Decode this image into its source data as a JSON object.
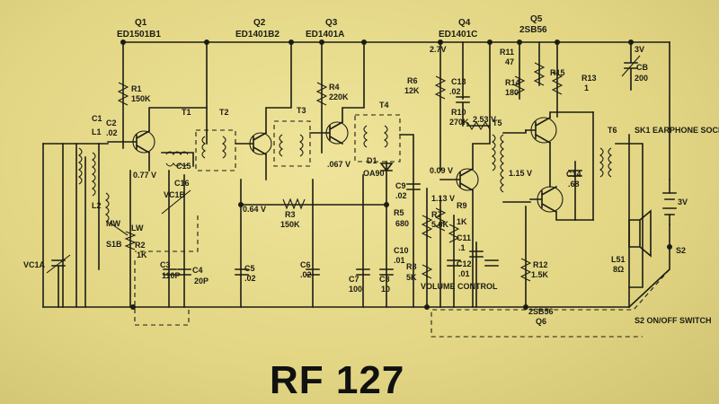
{
  "title": "RF 127",
  "transistors": [
    {
      "ref": "Q1",
      "part": "ED1501B1"
    },
    {
      "ref": "Q2",
      "part": "ED1401B2"
    },
    {
      "ref": "Q3",
      "part": "ED1401A"
    },
    {
      "ref": "Q4",
      "part": "ED1401C"
    },
    {
      "ref": "Q5",
      "part": "2SB56"
    },
    {
      "ref": "Q6",
      "part": "2SB56"
    }
  ],
  "resistors": [
    {
      "ref": "R1",
      "value": "150K"
    },
    {
      "ref": "R2",
      "value": "1K"
    },
    {
      "ref": "R3",
      "value": "150K"
    },
    {
      "ref": "R4",
      "value": "220K"
    },
    {
      "ref": "R5",
      "value": "680"
    },
    {
      "ref": "R6",
      "value": "12K"
    },
    {
      "ref": "R7",
      "value": "5.6K"
    },
    {
      "ref": "R8",
      "value": "5K"
    },
    {
      "ref": "R9",
      "value": "1K"
    },
    {
      "ref": "R10",
      "value": "270K"
    },
    {
      "ref": "R11",
      "value": "47"
    },
    {
      "ref": "R12",
      "value": "1.5K"
    },
    {
      "ref": "R13",
      "value": "1"
    },
    {
      "ref": "R14",
      "value": "180"
    },
    {
      "ref": "R15",
      "value": ""
    }
  ],
  "capacitors": [
    {
      "ref": "C1",
      "value": ""
    },
    {
      "ref": "C2",
      "value": ".02"
    },
    {
      "ref": "C3",
      "value": "110P"
    },
    {
      "ref": "C4",
      "value": "20P"
    },
    {
      "ref": "C5",
      "value": ".02"
    },
    {
      "ref": "C6",
      "value": ".02"
    },
    {
      "ref": "C7",
      "value": "100"
    },
    {
      "ref": "C8",
      "value": "10"
    },
    {
      "ref": "C9",
      "value": ".02"
    },
    {
      "ref": "C10",
      "value": ".01"
    },
    {
      "ref": "C11",
      "value": ".1"
    },
    {
      "ref": "C12",
      "value": ".01"
    },
    {
      "ref": "C13",
      "value": ".02"
    },
    {
      "ref": "C14",
      "value": ".68"
    },
    {
      "ref": "C15",
      "value": ""
    },
    {
      "ref": "C16",
      "value": ""
    },
    {
      "ref": "CB",
      "value": "200"
    }
  ],
  "transformers": [
    "T1",
    "T2",
    "T3",
    "T4",
    "T5",
    "T6"
  ],
  "coils": [
    "L1",
    "L2"
  ],
  "other_labels": {
    "d1": "D1",
    "d1_part": "OA90",
    "vc1a": "VC1A",
    "vc1b": "VC1B",
    "l51": "L51",
    "l51_value": "8Ω",
    "lw": "LW",
    "mw": "MW",
    "s1b": "S1B",
    "s2": "S2",
    "volume_control": "VOLUME CONTROL",
    "earphone_socket": "SK1 EARPHONE SOCKET",
    "onoff_switch": "S2 ON/OFF SWITCH",
    "battery": "3V",
    "supply_top": "3V",
    "supply_mid": "2.7V"
  },
  "voltages": [
    "0.77 V",
    "0.64 V",
    ".067 V",
    "0.09 V",
    "2.53 V",
    "1.13 V",
    "1.15 V"
  ]
}
